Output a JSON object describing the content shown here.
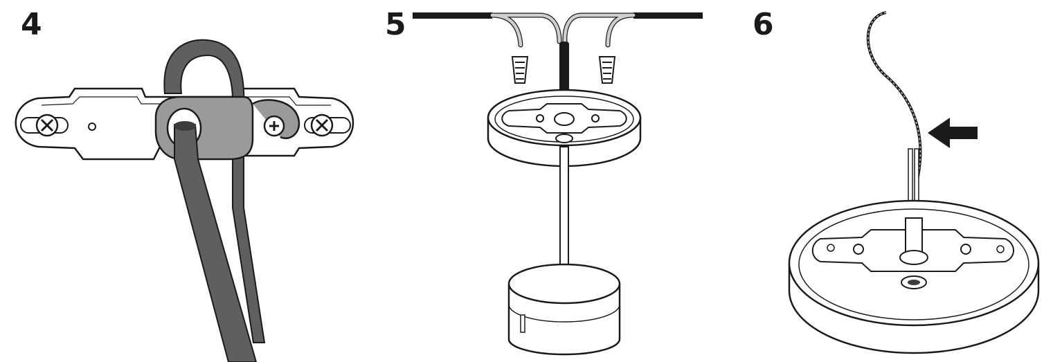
{
  "steps": [
    {
      "number": "4"
    },
    {
      "number": "5"
    },
    {
      "number": "6"
    }
  ],
  "colors": {
    "line": "#1a1a1a",
    "cable": "#5f5f5f",
    "cable_dark": "#3c3c3c",
    "clamp": "#9a9a9a",
    "wire_light": "#cfcfcf",
    "background": "#ffffff"
  },
  "icons": [
    "screw-icon",
    "wire-nut-icon",
    "arrow-left-icon"
  ]
}
